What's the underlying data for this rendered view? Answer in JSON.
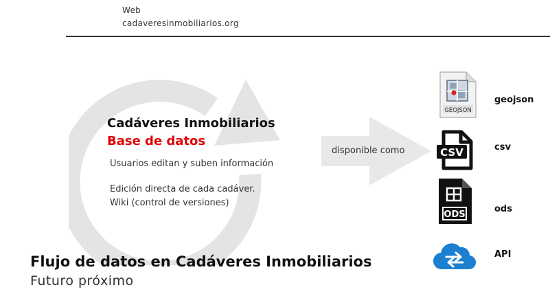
{
  "header": {
    "label": "Web",
    "url": "cadaveresinmobiliarios.org"
  },
  "database": {
    "title": "Cadáveres Inmobiliarios",
    "subtitle": "Base de datos",
    "line1": "Usuarios editan y suben información",
    "line2": "Edición directa de cada cadáver.",
    "line3": "Wiki (control de versiones)"
  },
  "availability": "disponible como",
  "formats": [
    {
      "label": "geojson",
      "icon": "geojson-file-icon",
      "badge": "GEOJSON"
    },
    {
      "label": "csv",
      "icon": "csv-file-icon",
      "badge": "CSV"
    },
    {
      "label": "ods",
      "icon": "ods-file-icon",
      "badge": "ODS"
    },
    {
      "label": "API",
      "icon": "cloud-sync-icon"
    }
  ],
  "footer": {
    "title": "Flujo de datos en Cadáveres Inmobiliarios",
    "subtitle": "Futuro próximo"
  },
  "colors": {
    "accent_red": "#e00000",
    "cycle_gray": "#e4e4e4",
    "arrow_gray": "#e8e8e8",
    "cloud_blue": "#1d7fd0"
  }
}
